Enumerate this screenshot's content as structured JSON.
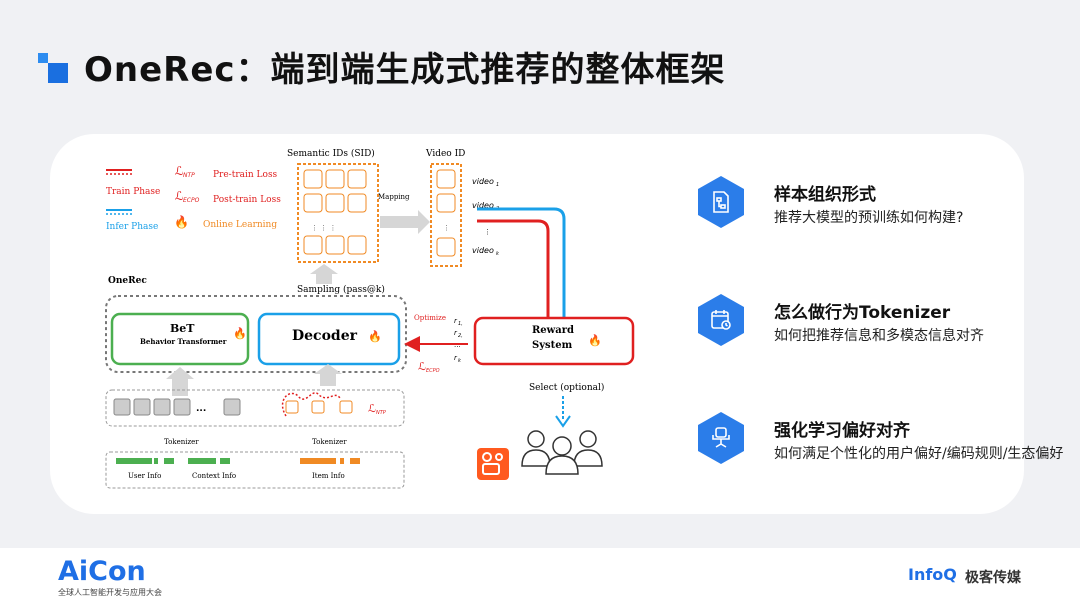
{
  "title": "OneRec：端到端生成式推荐的整体框架",
  "legend": {
    "train_phase": "Train Phase",
    "infer_phase": "Infer Phase",
    "l_ntp_sub": "NTP",
    "l_ecpo_sub": "ECPO",
    "pretrain_loss": "Pre-train Loss",
    "posttrain_loss": "Post-train Loss",
    "online_learning": "Online Learning"
  },
  "diagram": {
    "semantic_ids": "Semantic IDs (SID)",
    "video_id": "Video ID",
    "mapping": "Mapping",
    "videos": [
      "video",
      "video",
      "video"
    ],
    "video_subs": [
      "1",
      "2",
      "k"
    ],
    "onerec": "OneRec",
    "sampling": "Sampling (pass@k)",
    "bet": "BeT",
    "bet_sub": "Behavior Transformer",
    "decoder": "Decoder",
    "optimize": "Optimize",
    "r_labels": [
      "r",
      "r",
      "r"
    ],
    "r_subs": [
      "1,",
      "2,",
      "k"
    ],
    "reward": "Reward",
    "system": "System",
    "select": "Select (optional)",
    "tokenizer1": "Tokenizer",
    "tokenizer2": "Tokenizer",
    "user_info": "User Info",
    "context_info": "Context Info",
    "item_info": "Item Info",
    "l_ntp_sub2": "NTP",
    "l_ecpo_sub2": "ECPO",
    "dots": "..."
  },
  "features": [
    {
      "title": "样本组织形式",
      "desc": "推荐大模型的预训练如何构建?",
      "icon": "flowchart-doc-icon"
    },
    {
      "title": "怎么做行为Tokenizer",
      "desc": "如何把推荐信息和多模态信息对齐",
      "icon": "calendar-clock-icon"
    },
    {
      "title": "强化学习偏好对齐",
      "desc": "如何满足个性化的用户偏好/编码规则/生态偏好",
      "icon": "office-chair-icon"
    }
  ],
  "footer": {
    "aicon": "AiCon",
    "aicon_sub": "全球人工智能开发与应用大会",
    "infoq": "InfoQ",
    "jike": "极客传媒"
  },
  "colors": {
    "accent": "#2b7de9",
    "red": "#e02020",
    "blue": "#1aa0e8",
    "green": "#4caf50",
    "orange": "#f08a24"
  }
}
